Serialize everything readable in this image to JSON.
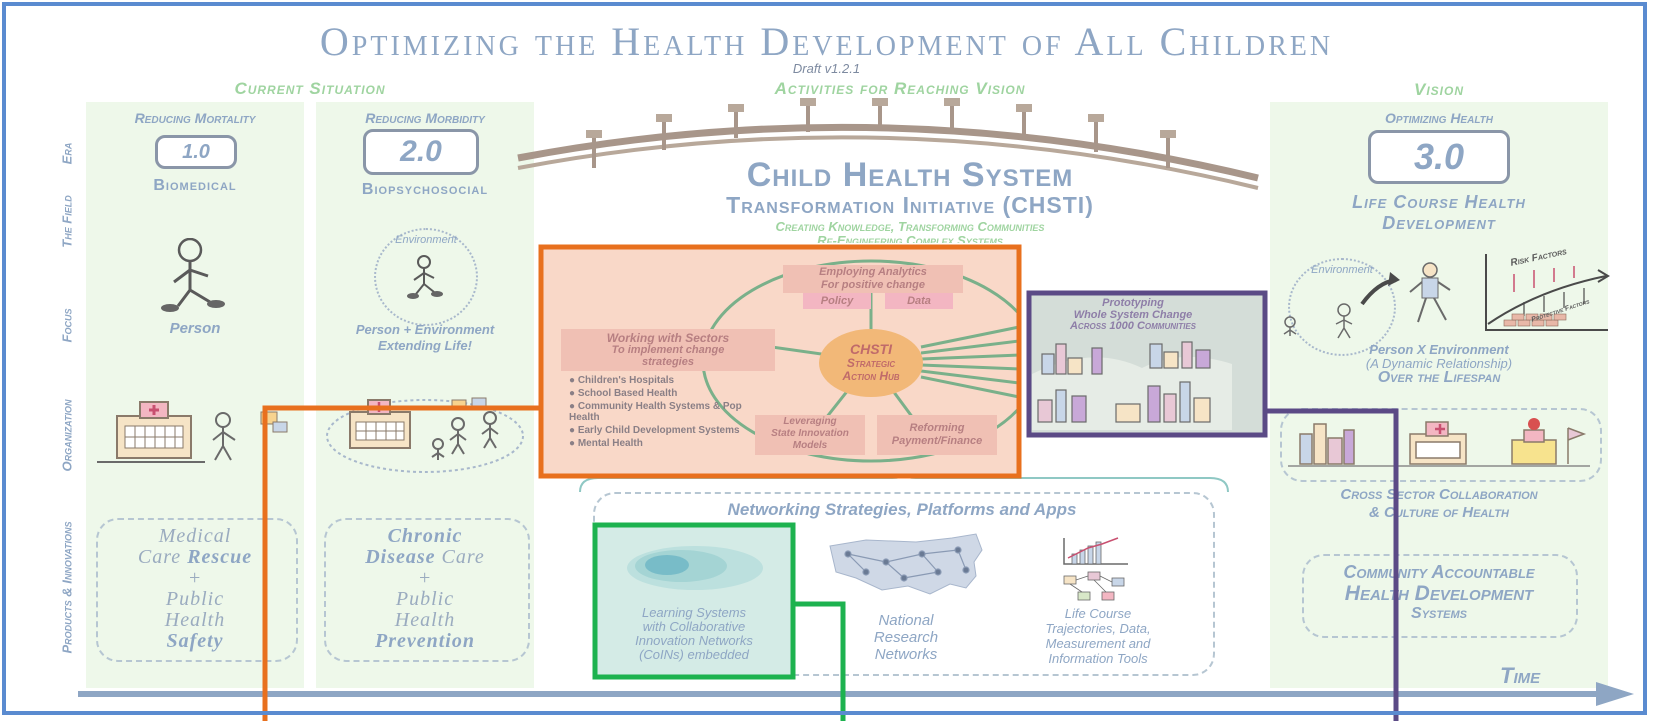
{
  "title": "Optimizing the Health Development of All Children",
  "draft": "Draft v1.2.1",
  "sections": {
    "current": "Current Situation",
    "activities": "Activities for Reaching Vision",
    "vision": "Vision"
  },
  "row_labels": [
    "Era",
    "The Field",
    "Focus",
    "Organization",
    "Products & Innovations"
  ],
  "col1": {
    "heading": "Reducing Mortality",
    "era": "1.0",
    "field": "Biomedical",
    "focus": "Person",
    "product": {
      "l1": "Medical",
      "l2a": "Care ",
      "l2b": "Rescue",
      "l3": "+",
      "l4": "Public",
      "l5": "Health",
      "l6": "Safety"
    }
  },
  "col2": {
    "heading": "Reducing Morbidity",
    "era": "2.0",
    "field": "Biopsychosocial",
    "env": "Environment",
    "focus_l1": "Person + Environment",
    "focus_l2": "Extending Life!",
    "product": {
      "l1": "Chronic",
      "l2a": "Disease",
      "l2b": " Care",
      "l3": "+",
      "l4": "Public",
      "l5": "Health",
      "l6": "Prevention"
    }
  },
  "center": {
    "chs": "Child Health System",
    "chsti": "Transformation Initiative (CHSTI)",
    "tag1": "Creating Knowledge, Transforming Communities",
    "tag2": "Re-Engineering Complex Systems",
    "hub": {
      "l1": "CHSTI",
      "l2": "Strategic",
      "l3": "Action Hub"
    },
    "analytics": {
      "l1": "Employing Analytics",
      "l2": "For positive change",
      "policy": "Policy",
      "data": "Data"
    },
    "sectors": {
      "l1": "Working with Sectors",
      "l2": "To implement change",
      "l3": "strategies",
      "items": [
        "Children's Hospitals",
        "School Based Health",
        "Community Health Systems & Pop Health",
        "Early Child Development Systems",
        "Mental Health"
      ]
    },
    "leveraging": {
      "l1": "Leveraging",
      "l2": "State Innovation",
      "l3": "Models"
    },
    "reforming": {
      "l1": "Reforming",
      "l2": "Payment/Finance"
    },
    "prototyping": {
      "l1": "Prototyping",
      "l2": "Whole System Change",
      "l3": "Across 1000 Communities"
    },
    "networking": "Networking Strategies, Platforms and Apps",
    "learning": {
      "l1": "Learning Systems",
      "l2": "with Collaborative",
      "l3": "Innovation Networks",
      "l4": "(CoINs) embedded"
    },
    "national": {
      "l1": "National",
      "l2": "Research",
      "l3": "Networks"
    },
    "lifecourse": {
      "l1": "Life Course",
      "l2": "Trajectories, Data,",
      "l3": "Measurement and",
      "l4": "Information Tools"
    }
  },
  "vision": {
    "heading": "Optimizing Health",
    "era": "3.0",
    "field_l1": "Life Course Health",
    "field_l2": "Development",
    "env": "Environment",
    "risk": "Risk Factors",
    "protective": "Protective Factors",
    "focus_l1": "Person X Environment",
    "focus_l2": "(A Dynamic Relationship)",
    "focus_l3": "Over the Lifespan",
    "org_l1": "Cross Sector Collaboration",
    "org_l2": "& Culture of Health",
    "prod_l1": "Community Accountable",
    "prod_l2": "Health Development",
    "prod_l3": "Systems"
  },
  "time": "Time",
  "colors": {
    "frame": "#5a8bd0",
    "orange_highlight": "#e8701e",
    "purple_highlight": "#5b4a86",
    "green_highlight": "#1db24f",
    "column_bg": "#eef8ea",
    "text_blue": "#8ea6c4",
    "section_green": "#9fd4a0"
  }
}
